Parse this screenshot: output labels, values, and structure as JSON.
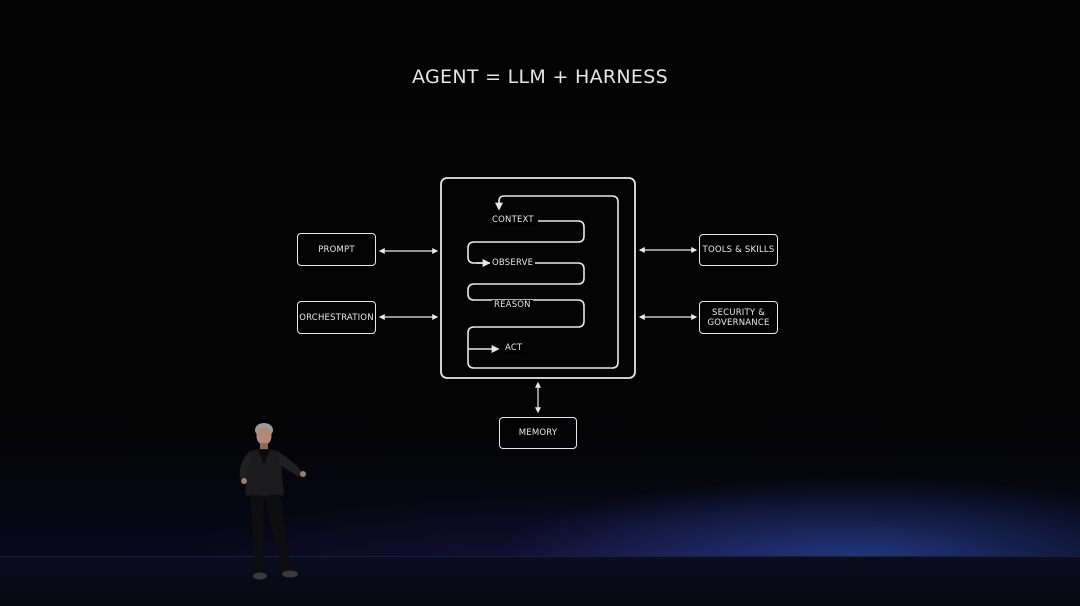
{
  "slide": {
    "title": "AGENT = LLM + HARNESS"
  },
  "diagram": {
    "left_nodes": [
      {
        "label": "PROMPT"
      },
      {
        "label": "ORCHESTRATION"
      }
    ],
    "right_nodes": [
      {
        "label": "TOOLS & SKILLS"
      },
      {
        "label": "SECURITY & GOVERNANCE"
      }
    ],
    "bottom_node": {
      "label": "MEMORY"
    },
    "loop_steps": [
      {
        "label": "CONTEXT"
      },
      {
        "label": "OBSERVE"
      },
      {
        "label": "REASON"
      },
      {
        "label": "ACT"
      }
    ]
  }
}
